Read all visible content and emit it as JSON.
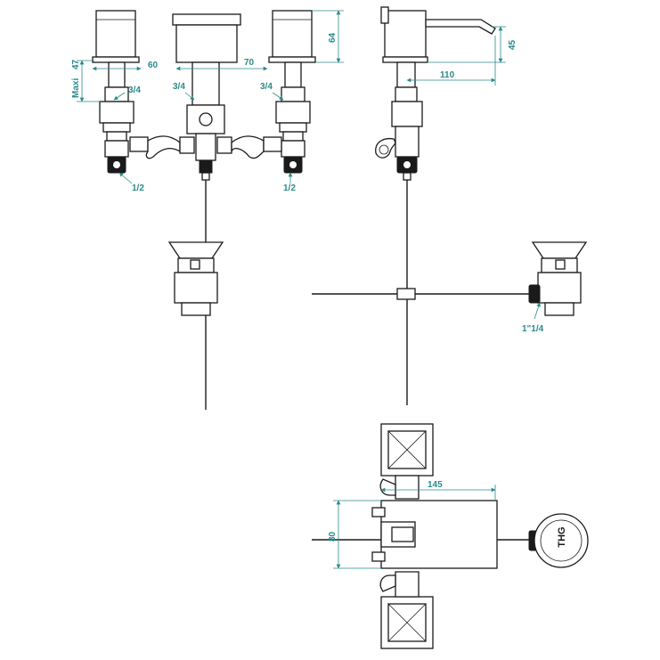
{
  "dimensions": {
    "maxi_label": "Maxi",
    "maxi_value": "47",
    "left_width": "60",
    "center_width": "70",
    "height_64": "64",
    "spout_height": "45",
    "spout_reach": "110",
    "top_width": "145",
    "top_depth": "80",
    "thread_left": "3/4",
    "thread_center": "3/4",
    "thread_right": "3/4",
    "bottom_left": "1/2",
    "bottom_right": "1/2",
    "waste_thread": "1\"1/4"
  },
  "logo": {
    "text": "THG"
  },
  "colors": {
    "line": "#1a1a1a",
    "dimension": "#2b8a8a"
  }
}
